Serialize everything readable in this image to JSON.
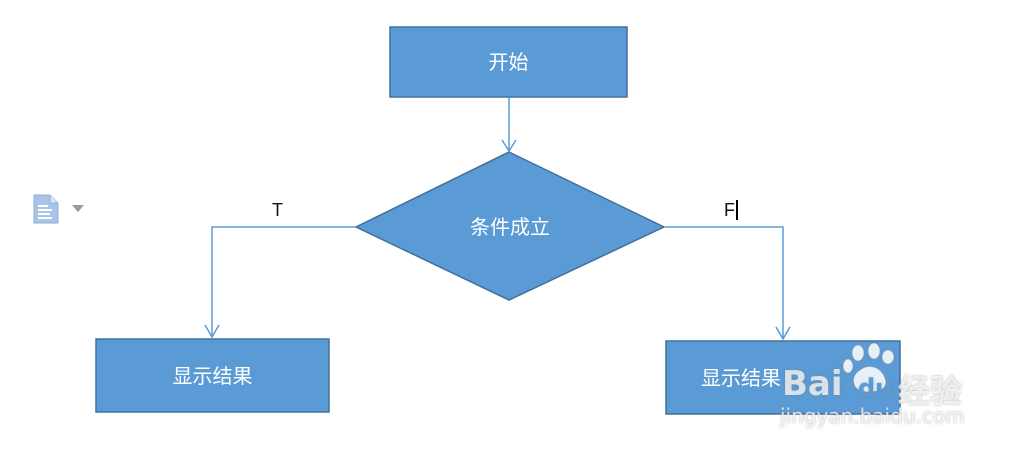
{
  "flowchart": {
    "start_label": "开始",
    "decision_label": "条件成立",
    "true_branch_label": "T",
    "false_branch_label": "F",
    "true_result_label": "显示结果",
    "false_result_label": "显示结果"
  },
  "watermark": {
    "brand_prefix": "Bai",
    "brand_suffix": "du",
    "brand_cn": "经验",
    "url": "jingyan.baidu.com"
  },
  "colors": {
    "box_fill": "#5b9bd5",
    "box_stroke": "#41719c",
    "connector": "#5b9bd5",
    "text": "#ffffff"
  },
  "icons": {
    "document": "document-paste-options-icon",
    "dropdown": "chevron-down-icon"
  }
}
